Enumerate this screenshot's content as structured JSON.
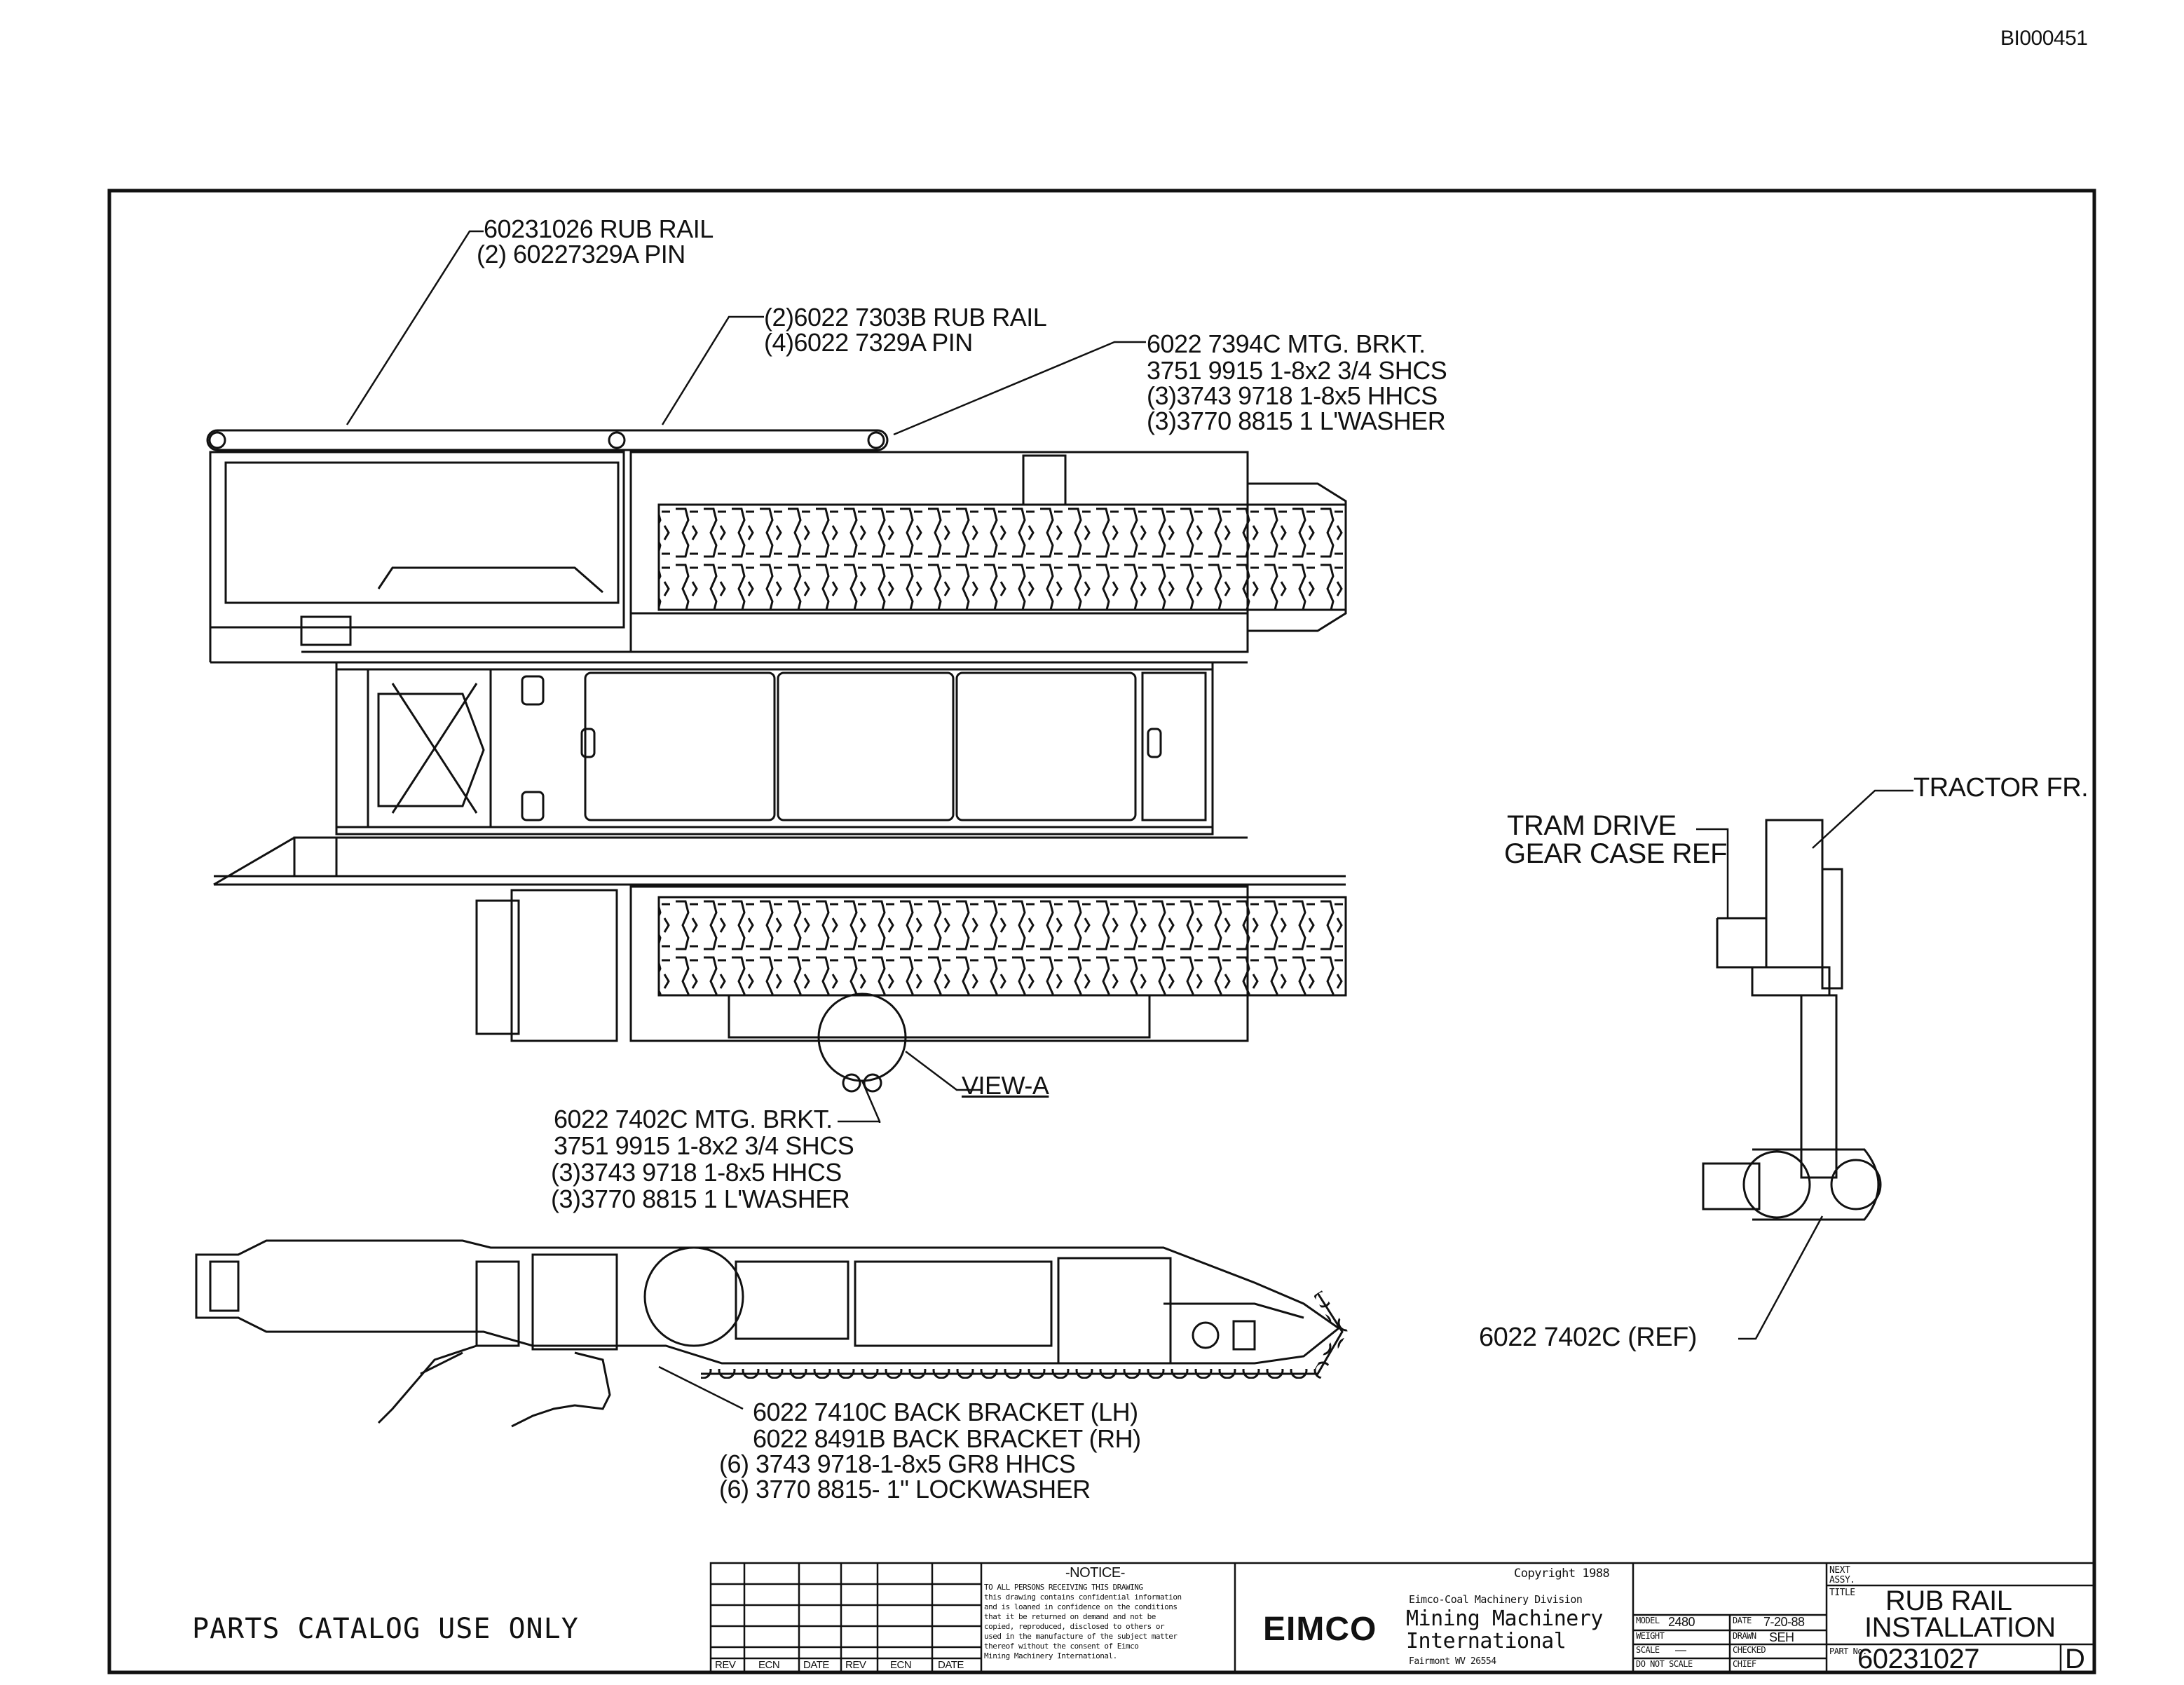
{
  "doc_id": "BI000451",
  "callouts": {
    "rub_rail_top": [
      "60231026 RUB RAIL",
      "(2) 60227329A PIN"
    ],
    "rub_rail_mid": [
      "(2)6022 7303B RUB RAIL",
      "(4)6022 7329A PIN"
    ],
    "mtg_brkt_top": [
      "6022 7394C MTG. BRKT.",
      "3751 9915 1-8x2 3/4 SHCS",
      "(3)3743 9718 1-8x5 HHCS",
      "(3)3770 8815 1 L'WASHER"
    ],
    "mtg_brkt_bottom": [
      "6022 7402C MTG. BRKT.",
      "3751 9915 1-8x2 3/4 SHCS",
      "(3)3743 9718 1-8x5 HHCS",
      "(3)3770 8815 1 L'WASHER"
    ],
    "view_a": "VIEW-A",
    "back_bracket": [
      "6022 7410C BACK BRACKET (LH)",
      "6022 8491B BACK BRACKET (RH)",
      "(6) 3743 9718-1-8x5 GR8 HHCS",
      "(6) 3770 8815- 1\" LOCKWASHER"
    ],
    "tractor_fr": "TRACTOR FR.",
    "tram_drive": [
      "TRAM DRIVE",
      "GEAR CASE REF"
    ],
    "ref_part": "6022 7402C (REF)"
  },
  "parts_catalog": "PARTS CATALOG USE ONLY",
  "title_block": {
    "rev_headers": [
      "REV",
      "ECN",
      "DATE",
      "REV",
      "ECN",
      "DATE"
    ],
    "notice_title": "-NOTICE-",
    "notice_text": [
      "TO ALL PERSONS RECEIVING THIS DRAWING",
      "this drawing contains confidential information",
      "and is loaned in confidence on the conditions",
      "that it be returned on demand and not be",
      "copied, reproduced, disclosed to others or",
      "used in the manufacture of the subject matter",
      "thereof without the consent of Eimco",
      "Mining Machinery International."
    ],
    "copyright": "Copyright 1988",
    "company_logo": "EIMCO",
    "division": "Eimco-Coal Machinery Division",
    "company_line1": "Mining Machinery",
    "company_line2": "International",
    "address": "Fairmont WV 26554",
    "fields": {
      "model_label": "MODEL",
      "model_value": "2480",
      "date_label": "DATE",
      "date_value": "7-20-88",
      "weight_label": "WEIGHT",
      "drawn_label": "DRAWN",
      "drawn_value": "SEH",
      "scale_label": "SCALE",
      "scale_value": "—",
      "checked_label": "CHECKED",
      "do_not_scale": "DO NOT SCALE",
      "chief_label": "CHIEF"
    },
    "next_assy_label": "NEXT ASSY.",
    "title_label": "TITLE",
    "title_line1": "RUB RAIL",
    "title_line2": "INSTALLATION",
    "part_no_label": "PART No.",
    "part_no": "60231027",
    "revision": "D"
  }
}
